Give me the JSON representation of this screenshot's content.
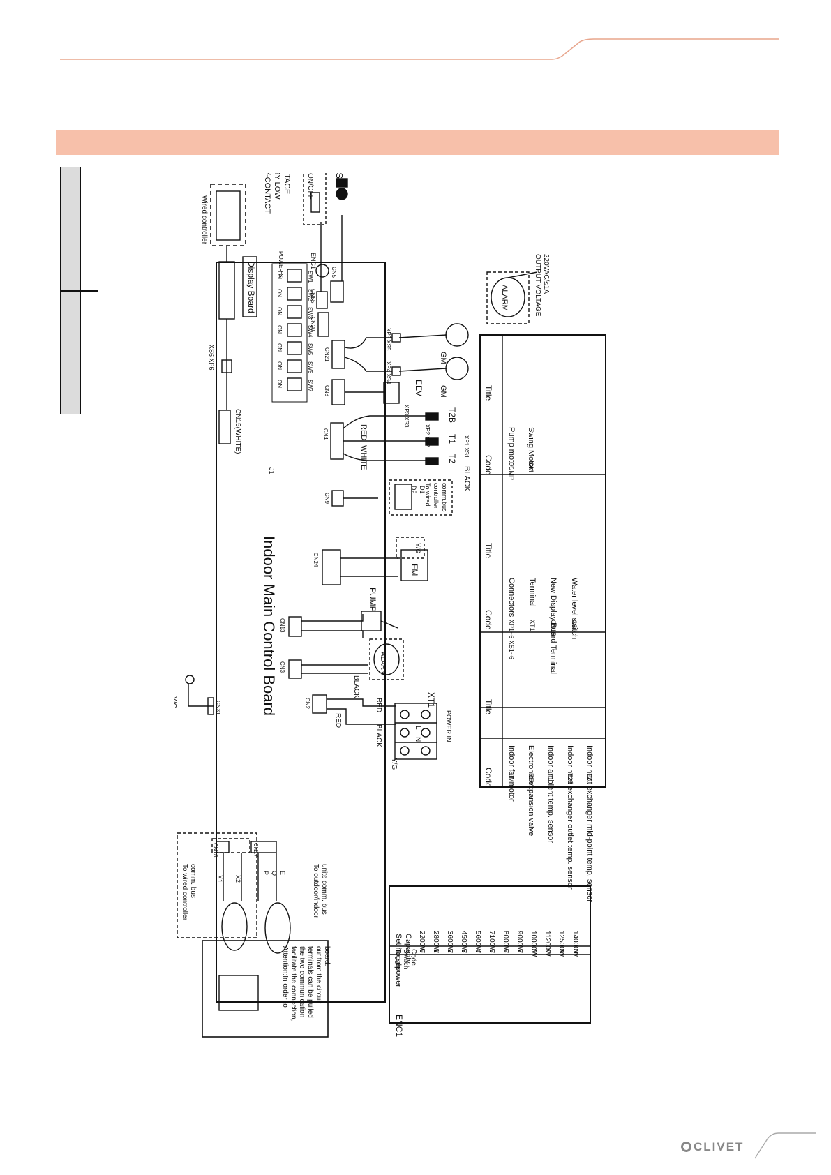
{
  "board": {
    "title": "Indoor Main Control Board",
    "display_board": "Display Board",
    "cn15": "CN15(WHITE)",
    "j1": "J1",
    "xs6xp6": "XS6 XP6",
    "power_s": "POWER S",
    "enc1": "ENC1"
  },
  "wired_controller": "Wired controller",
  "dry_contact": [
    "DRY-CONTACT",
    "VERY LOW",
    "VOLTAGE"
  ],
  "on_off": "ON/OFF",
  "switches": [
    "SW1",
    "SW2",
    "SW3",
    "SW4",
    "SW5",
    "SW6",
    "SW7"
  ],
  "switch_on": "ON",
  "connectors": {
    "cn55": "CN55",
    "cn5": "CN5",
    "cn20": "CN20",
    "cn21": "CN21",
    "cn8": "CN8",
    "cn4": "CN4",
    "cn9": "CN9",
    "cn24": "CN24",
    "cn13": "CN13",
    "cn3": "CN3",
    "cn2": "CN2",
    "cn31": "CN31",
    "cn18": "CN18",
    "cn17": "CN17"
  },
  "labels": {
    "cs": "CS",
    "xp5xs5": "XP5  XS5",
    "xp4xs4": "XP4  XS4",
    "gm": "GM",
    "eev": "EEV",
    "xp3xs3": "XP3  XS3",
    "xp2xs2": "XP2  XS2",
    "xp1xs1": "XP1  XS1",
    "t2b": "T2B",
    "t1": "T1",
    "t2": "T2",
    "red": "RED",
    "white": "WHITE",
    "black": "BLACK",
    "d1": "D1",
    "d2": "D2",
    "wired_bus": [
      "To wired",
      "controller",
      "comm.bus"
    ],
    "fm": "FM",
    "yg": "Y/G",
    "pump": "PUMP",
    "alarm": "ALARM",
    "xt1": "XT1",
    "power_in": "POWER IN",
    "l": "L",
    "n": "N",
    "output_voltage": [
      "OUTPUT VOLTAGE",
      "220VAC/≤1A"
    ]
  },
  "terminals": {
    "wired_bus": [
      "To wired controller",
      "comm. bus"
    ],
    "outdoor_bus": [
      "To outdoor/indoor",
      "units comm. bus"
    ],
    "x1": "X1",
    "x2": "X2",
    "p": "P",
    "q": "Q",
    "e": "E"
  },
  "attention": [
    "Attention:In order to",
    "facilitate the connection,",
    "the two communication",
    "terminals can be pulled",
    "out from the circuit",
    "board."
  ],
  "legend": {
    "headers": [
      "Code",
      "Title",
      "Code",
      "Title",
      "Code",
      "Title"
    ],
    "col1": [
      [
        "FM",
        "Indoor fan motor"
      ],
      [
        "EEV",
        "Electronic expansion valve"
      ],
      [
        "T1",
        "Indoor ambient temp. sensor"
      ],
      [
        "T2B",
        "Indoor heat exchanger outlet temp. sensor"
      ],
      [
        "T2",
        "Indoor heat exchanger mid-point temp. sensor"
      ]
    ],
    "col2": [
      [
        "XP1~6 XS1~6",
        "Connectors"
      ],
      [
        "XT1",
        "Terminal"
      ],
      [
        "CN15",
        "New Display Board Terminal"
      ],
      [
        "CS",
        "Water level switch"
      ]
    ],
    "col3": [
      [
        "PUMP",
        "Pump motor"
      ],
      [
        "GM",
        "Swing Motor"
      ]
    ]
  },
  "enc1_table": {
    "title": "ENC1",
    "head_code": [
      "Toggle",
      "Switch",
      "Code"
    ],
    "head_cap": [
      "Set horsepower",
      "Capacity"
    ],
    "rows": [
      [
        "0",
        "2200W"
      ],
      [
        "1",
        "2800W"
      ],
      [
        "2",
        "3600W"
      ],
      [
        "3",
        "4500W"
      ],
      [
        "4",
        "5600W"
      ],
      [
        "5",
        "7100W"
      ],
      [
        "6",
        "8000W"
      ],
      [
        "7",
        "9000W"
      ],
      [
        "8",
        "10000W"
      ],
      [
        "9",
        "11200W"
      ],
      [
        "A",
        "12500W"
      ],
      [
        "B",
        "14000W"
      ]
    ]
  },
  "brand": "CLIVET"
}
